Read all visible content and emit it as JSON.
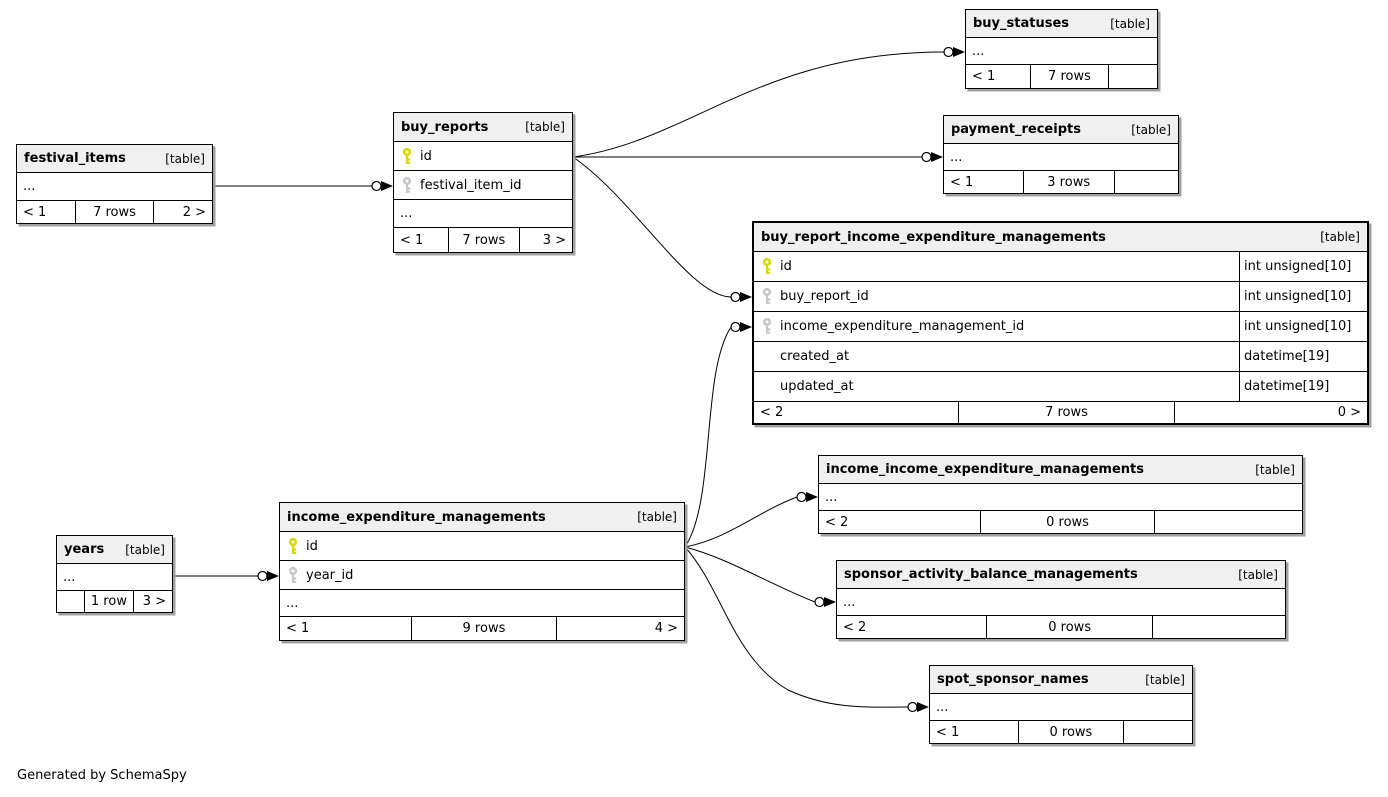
{
  "generated_note": "Generated by SchemaSpy",
  "colors": {
    "header_bg": "#f0f0f0",
    "table_border": "#000000",
    "pk_key": "#d8d800",
    "fk_key": "#c8c8c8",
    "line": "#000000",
    "shadow": "#a0a0a0"
  },
  "tables": {
    "festival_items": {
      "name": "festival_items",
      "tag": "[table]",
      "columns": [
        {
          "label": "..."
        }
      ],
      "footer": [
        "< 1",
        "7 rows",
        "2 >"
      ]
    },
    "buy_reports": {
      "name": "buy_reports",
      "tag": "[table]",
      "columns": [
        {
          "icon": "primary-key-icon",
          "label": "id"
        },
        {
          "icon": "foreign-key-icon",
          "label": "festival_item_id"
        },
        {
          "label": "..."
        }
      ],
      "footer": [
        "< 1",
        "7 rows",
        "3 >"
      ]
    },
    "buy_statuses": {
      "name": "buy_statuses",
      "tag": "[table]",
      "columns": [
        {
          "label": "..."
        }
      ],
      "footer": [
        "< 1",
        "7 rows",
        ""
      ]
    },
    "payment_receipts": {
      "name": "payment_receipts",
      "tag": "[table]",
      "columns": [
        {
          "label": "..."
        }
      ],
      "footer": [
        "< 1",
        "3 rows",
        ""
      ]
    },
    "buy_report_income_expenditure_managements": {
      "name": "buy_report_income_expenditure_managements",
      "tag": "[table]",
      "columns": [
        {
          "icon": "primary-key-icon",
          "label": "id",
          "type": "int unsigned[10]"
        },
        {
          "icon": "foreign-key-icon",
          "label": "buy_report_id",
          "type": "int unsigned[10]"
        },
        {
          "icon": "foreign-key-icon",
          "label": "income_expenditure_management_id",
          "type": "int unsigned[10]"
        },
        {
          "label": "created_at",
          "type": "datetime[19]"
        },
        {
          "label": "updated_at",
          "type": "datetime[19]"
        }
      ],
      "footer": [
        "< 2",
        "7 rows",
        "0 >"
      ]
    },
    "income_income_expenditure_managements": {
      "name": "income_income_expenditure_managements",
      "tag": "[table]",
      "columns": [
        {
          "label": "..."
        }
      ],
      "footer": [
        "< 2",
        "0 rows",
        ""
      ]
    },
    "sponsor_activity_balance_managements": {
      "name": "sponsor_activity_balance_managements",
      "tag": "[table]",
      "columns": [
        {
          "label": "..."
        }
      ],
      "footer": [
        "< 2",
        "0 rows",
        ""
      ]
    },
    "spot_sponsor_names": {
      "name": "spot_sponsor_names",
      "tag": "[table]",
      "columns": [
        {
          "label": "..."
        }
      ],
      "footer": [
        "< 1",
        "0 rows",
        ""
      ]
    },
    "income_expenditure_managements": {
      "name": "income_expenditure_managements",
      "tag": "[table]",
      "columns": [
        {
          "icon": "primary-key-icon",
          "label": "id"
        },
        {
          "icon": "foreign-key-icon",
          "label": "year_id"
        },
        {
          "label": "..."
        }
      ],
      "footer": [
        "< 1",
        "9 rows",
        "4 >"
      ]
    },
    "years": {
      "name": "years",
      "tag": "[table]",
      "columns": [
        {
          "label": "..."
        }
      ],
      "footer": [
        "",
        "1 row",
        "3 >"
      ]
    }
  }
}
